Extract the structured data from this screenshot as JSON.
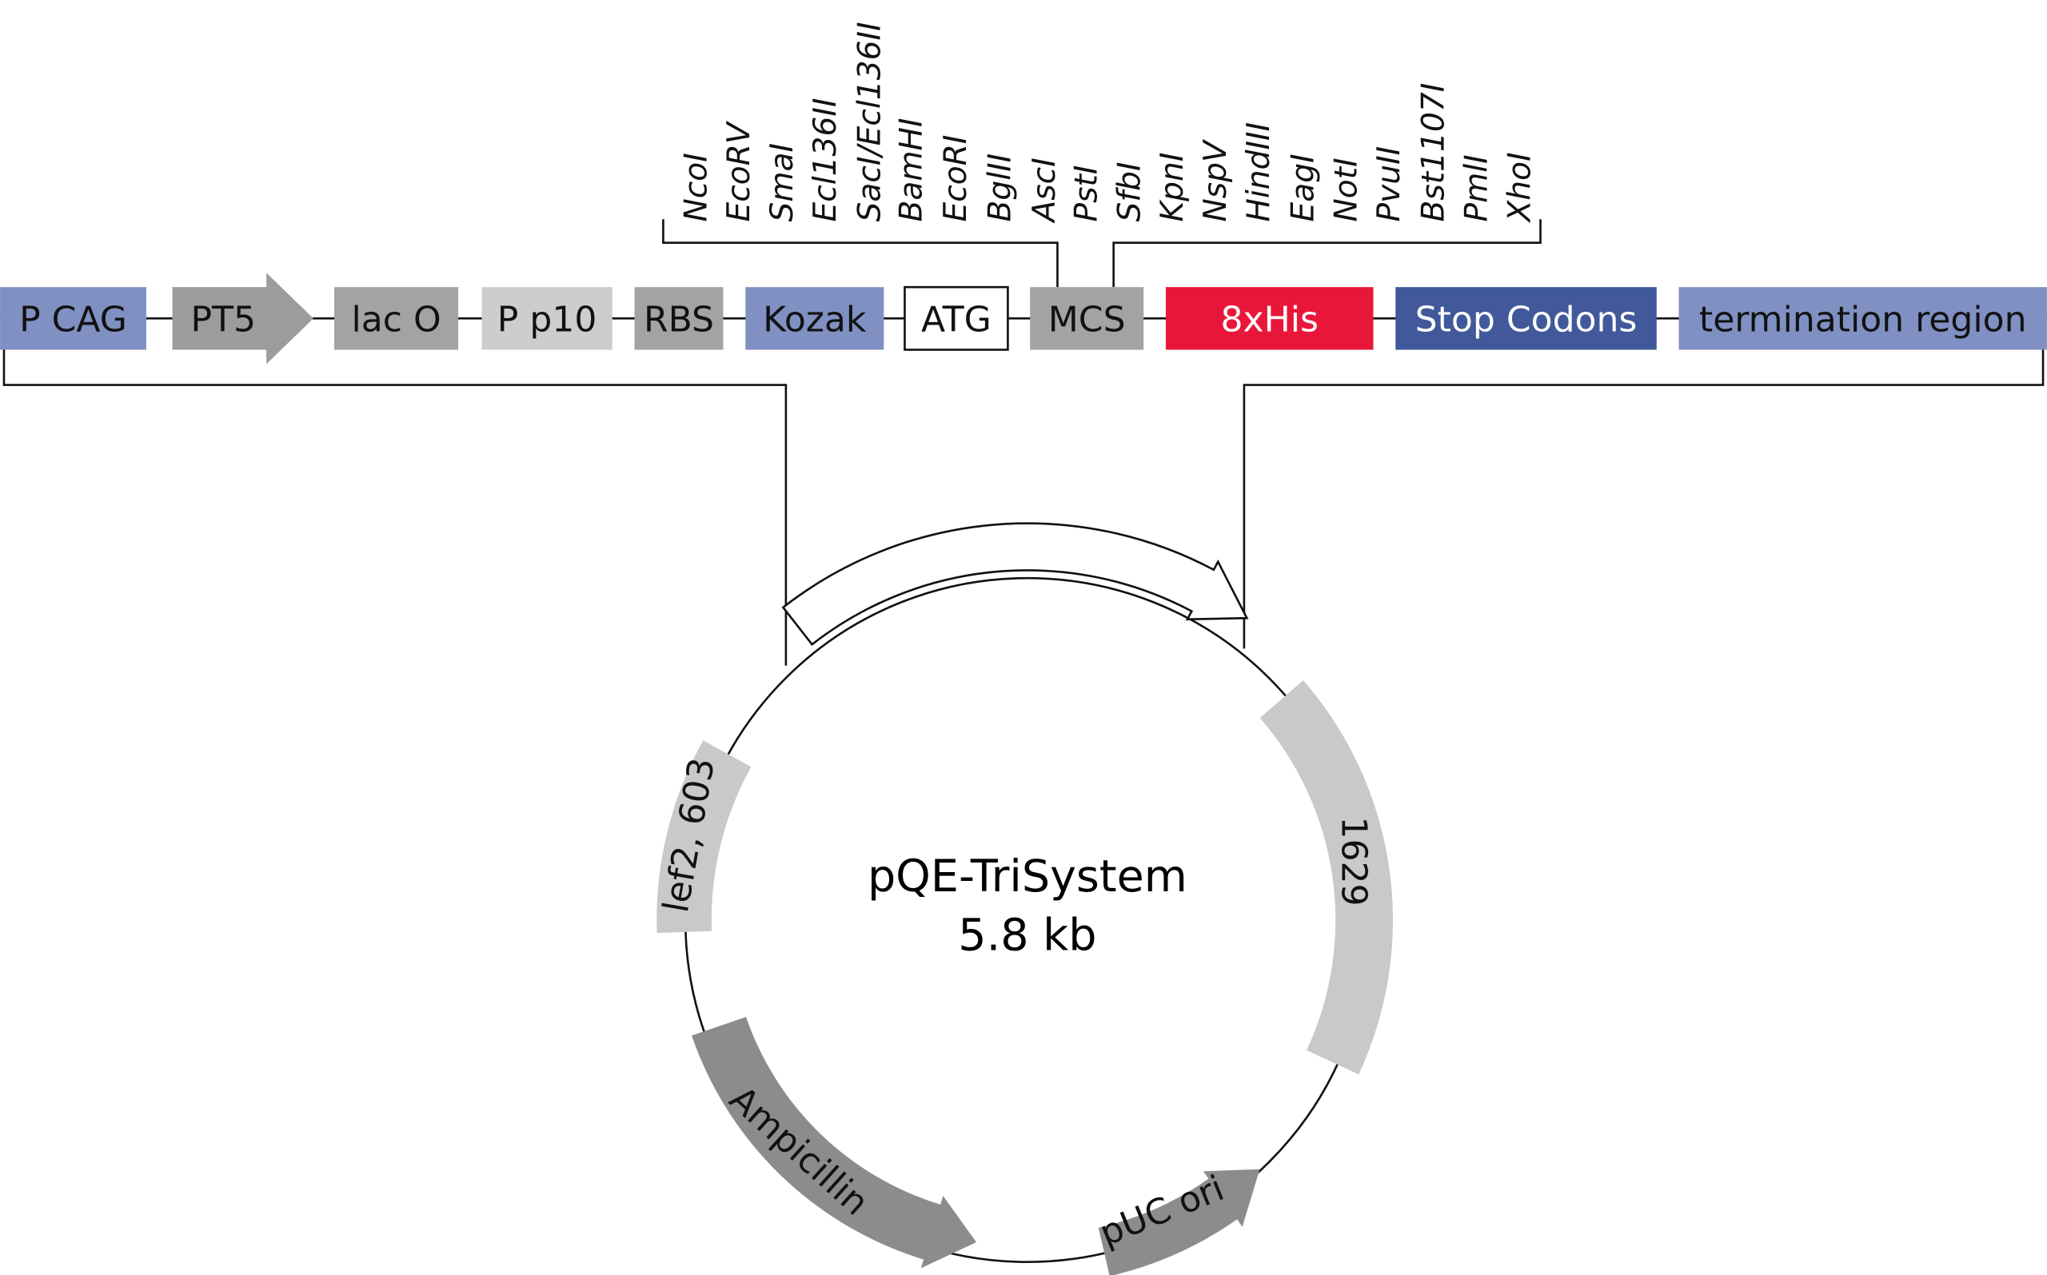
{
  "sites": [
    "NcoI",
    "EcoRV",
    "SmaI",
    "Ecl136II",
    "SacI/Ecl136II",
    "BamHI",
    "EcoRI",
    "BglII",
    "AscI",
    "PstI",
    "SfbI",
    "KpnI",
    "NspV",
    "HindIII",
    "EagI",
    "NotI",
    "PvuII",
    "Bst1107I",
    "PmlI",
    "XhoI"
  ],
  "elements": [
    {
      "label": "P CAG",
      "color": "#8090c2",
      "text_color": "#111"
    },
    {
      "label": "PT5",
      "color": "#9c9c9c",
      "text_color": "#111"
    },
    {
      "label": "lac O",
      "color": "#a3a3a3",
      "text_color": "#111"
    },
    {
      "label": "P p10",
      "color": "#cdcdcd",
      "text_color": "#111"
    },
    {
      "label": "RBS",
      "color": "#a3a3a3",
      "text_color": "#111"
    },
    {
      "label": "Kozak",
      "color": "#8090c2",
      "text_color": "#111"
    },
    {
      "label": "ATG",
      "color": "#ffffff",
      "text_color": "#111"
    },
    {
      "label": "MCS",
      "color": "#a3a3a3",
      "text_color": "#111"
    },
    {
      "label": "8xHis",
      "color": "#e8173a",
      "text_color": "#ffffff"
    },
    {
      "label": "Stop Codons",
      "color": "#41599a",
      "text_color": "#ffffff"
    },
    {
      "label": "termination region",
      "color": "#8090c2",
      "text_color": "#111"
    }
  ],
  "plasmid": {
    "name": "pQE-TriSystem",
    "size": "5.8 kb",
    "features": [
      {
        "label": "lef2, 603",
        "color": "#c9c9c9"
      },
      {
        "label": "1629",
        "color": "#c9c9c9"
      },
      {
        "label": "pUC ori",
        "color": "#8c8c8c"
      },
      {
        "label": "Ampicillin",
        "color": "#8c8c8c"
      },
      {
        "label": "",
        "color": "#ffffff"
      }
    ]
  }
}
